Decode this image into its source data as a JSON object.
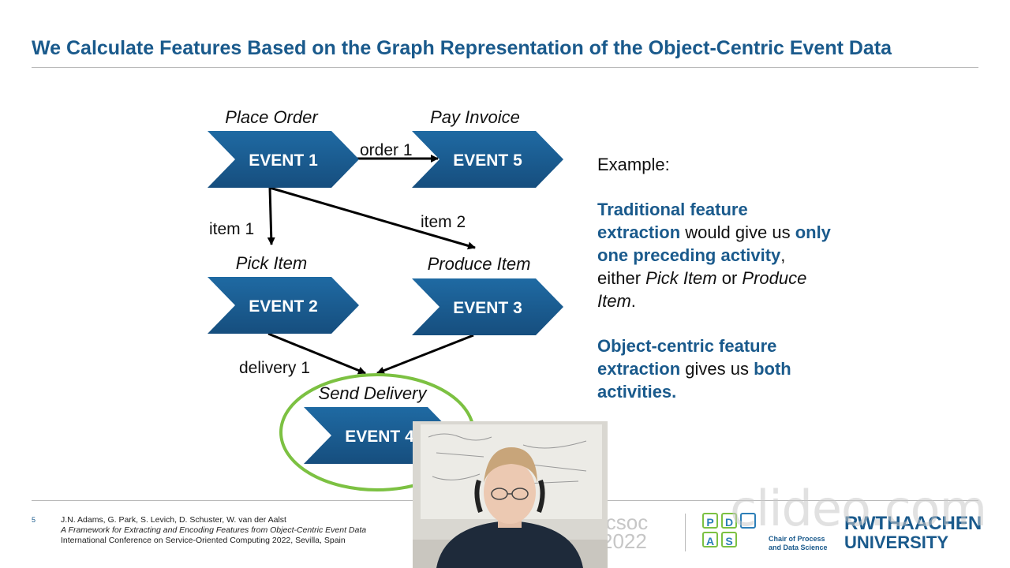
{
  "slide": {
    "title": "We Calculate Features Based on the Graph Representation of the Object-Centric Event Data",
    "page_number": "5"
  },
  "diagram": {
    "nodes": [
      {
        "label": "EVENT 1",
        "activity": "Place Order"
      },
      {
        "label": "EVENT 5",
        "activity": "Pay Invoice"
      },
      {
        "label": "EVENT 2",
        "activity": "Pick Item"
      },
      {
        "label": "EVENT 3",
        "activity": "Produce Item"
      },
      {
        "label": "EVENT 4",
        "activity": "Send Delivery"
      }
    ],
    "edges": [
      {
        "label": "order 1"
      },
      {
        "label": "item 1"
      },
      {
        "label": "item 2"
      },
      {
        "label": "delivery 1"
      }
    ],
    "highlight_color": "#7cc142",
    "node_color": "#1a5a8c"
  },
  "explanation": {
    "example_label": "Example:",
    "p1": {
      "a": "Traditional feature",
      "b": "extraction",
      "c": " would give us ",
      "d": "only",
      "e": "one preceding activity",
      "f": ",",
      "g": "either ",
      "h": "Pick Item",
      "i": " or ",
      "j": "Produce",
      "k": "Item",
      "l": "."
    },
    "p2": {
      "a": "Object-centric feature",
      "b": "extraction",
      "c": " gives us ",
      "d": "both",
      "e": "activities."
    }
  },
  "footer": {
    "authors": "J.N. Adams, G. Park, S. Levich, D. Schuster, W. van der Aalst",
    "paper_title": "A Framework for Extracting and Encoding Features from Object-Centric Event Data",
    "venue": "International Conference on Service-Oriented Computing 2022, Sevilla, Spain"
  },
  "logos": {
    "icsoc_line1": "icsoc",
    "icsoc_line2": "2022",
    "pads_letters": [
      "P",
      "D",
      "",
      "A",
      "S",
      ""
    ],
    "pads_text_1": "Chair of Process",
    "pads_text_2": "and Data Science",
    "rwth_line1": "RWTHAACHEN",
    "rwth_line2": "UNIVERSITY"
  },
  "watermark": "clideo.com"
}
